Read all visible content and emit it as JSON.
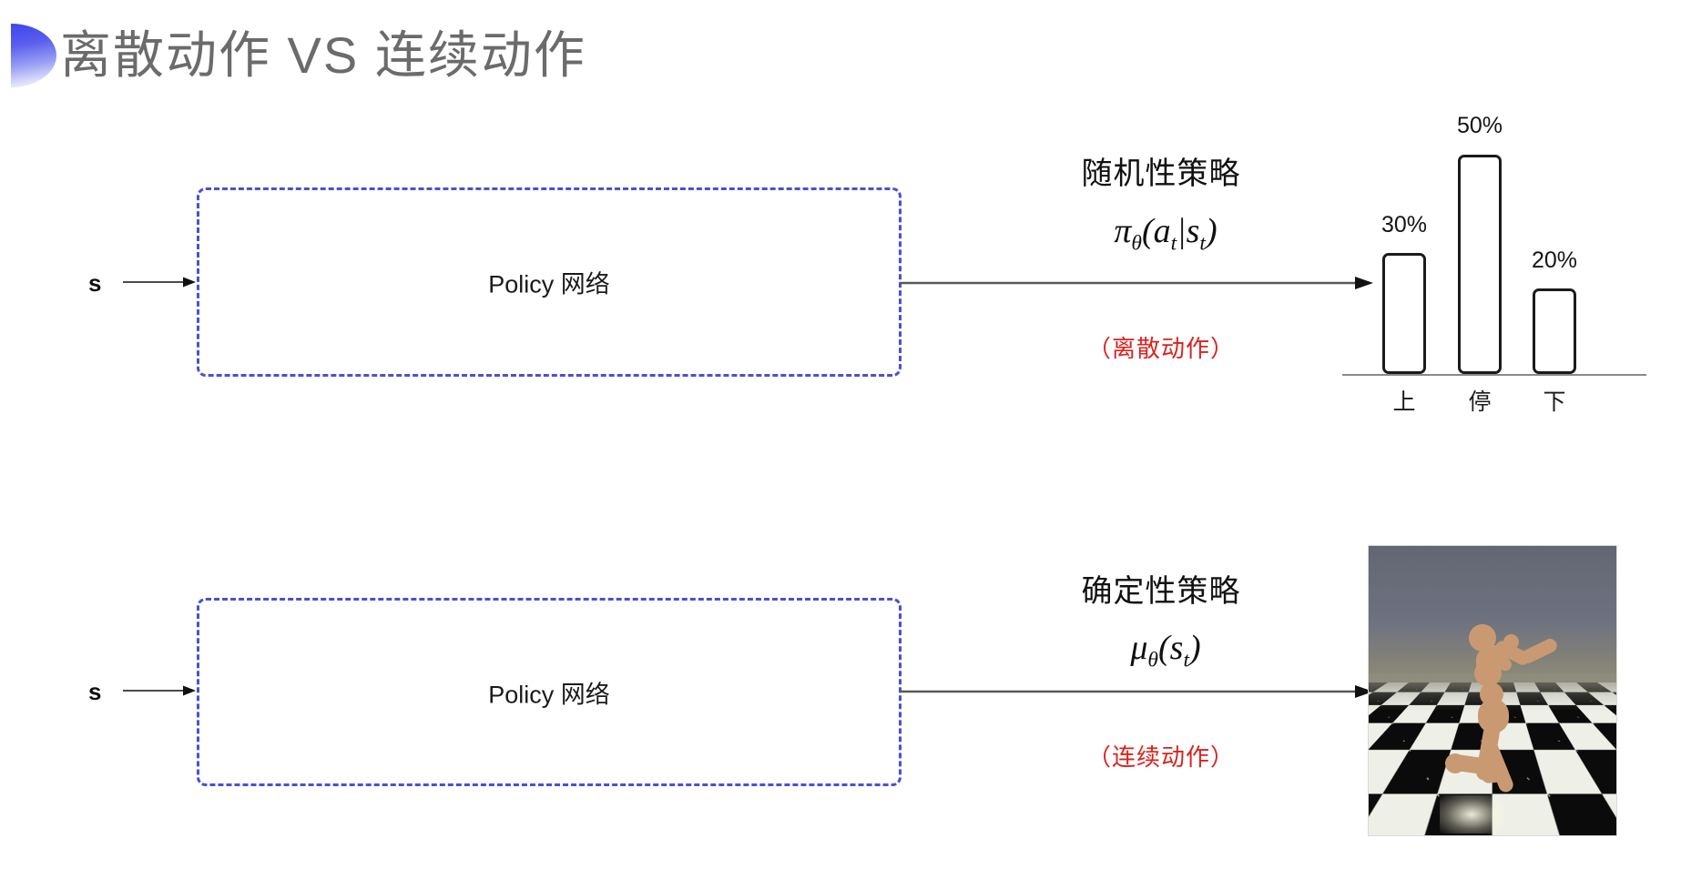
{
  "slide": {
    "title": "离散动作 VS 连续动作",
    "accent_color": "#3f44ea",
    "box_border_color": "#4b4fd6",
    "red_color": "#d8231f",
    "title_color": "#6b6b6b"
  },
  "rows": [
    {
      "input_label": "s",
      "box_label": "Policy 网络",
      "caption_title": "随机性策略",
      "formula_main": "π",
      "formula_sub": "θ",
      "formula_args_open": "(a",
      "formula_args_t1": "t",
      "formula_bar": "|s",
      "formula_t2": "t",
      "formula_close": ")",
      "caption_note": "（离散动作）",
      "output_kind": "bar-chart"
    },
    {
      "input_label": "s",
      "box_label": "Policy 网络",
      "caption_title": "确定性策略",
      "formula_main": "μ",
      "formula_sub": "θ",
      "formula_args_open": "(s",
      "formula_args_t1": "t",
      "formula_bar": "",
      "formula_t2": "",
      "formula_close": ")",
      "caption_note": "（连续动作）",
      "output_kind": "humanoid-sim"
    }
  ],
  "chart_data": {
    "type": "bar",
    "title": "",
    "categories": [
      "上",
      "停",
      "下"
    ],
    "values": [
      30,
      50,
      20
    ],
    "value_labels": [
      "30%",
      "50%",
      "20%"
    ],
    "xlabel": "",
    "ylabel": "",
    "ylim": [
      0,
      60
    ],
    "grid": false,
    "legend": "none",
    "bar_style": "outlined-rounded",
    "bar_border_color": "#1b1b1b",
    "axis_color": "#8a8a8a"
  },
  "sim": {
    "description": "MuJoCo humanoid kneeling on checkerboard floor",
    "sky_color": "#6e7280",
    "body_color": "#c99a72",
    "floor_light": "#eef0e8",
    "floor_dark": "#0b0b0b"
  }
}
